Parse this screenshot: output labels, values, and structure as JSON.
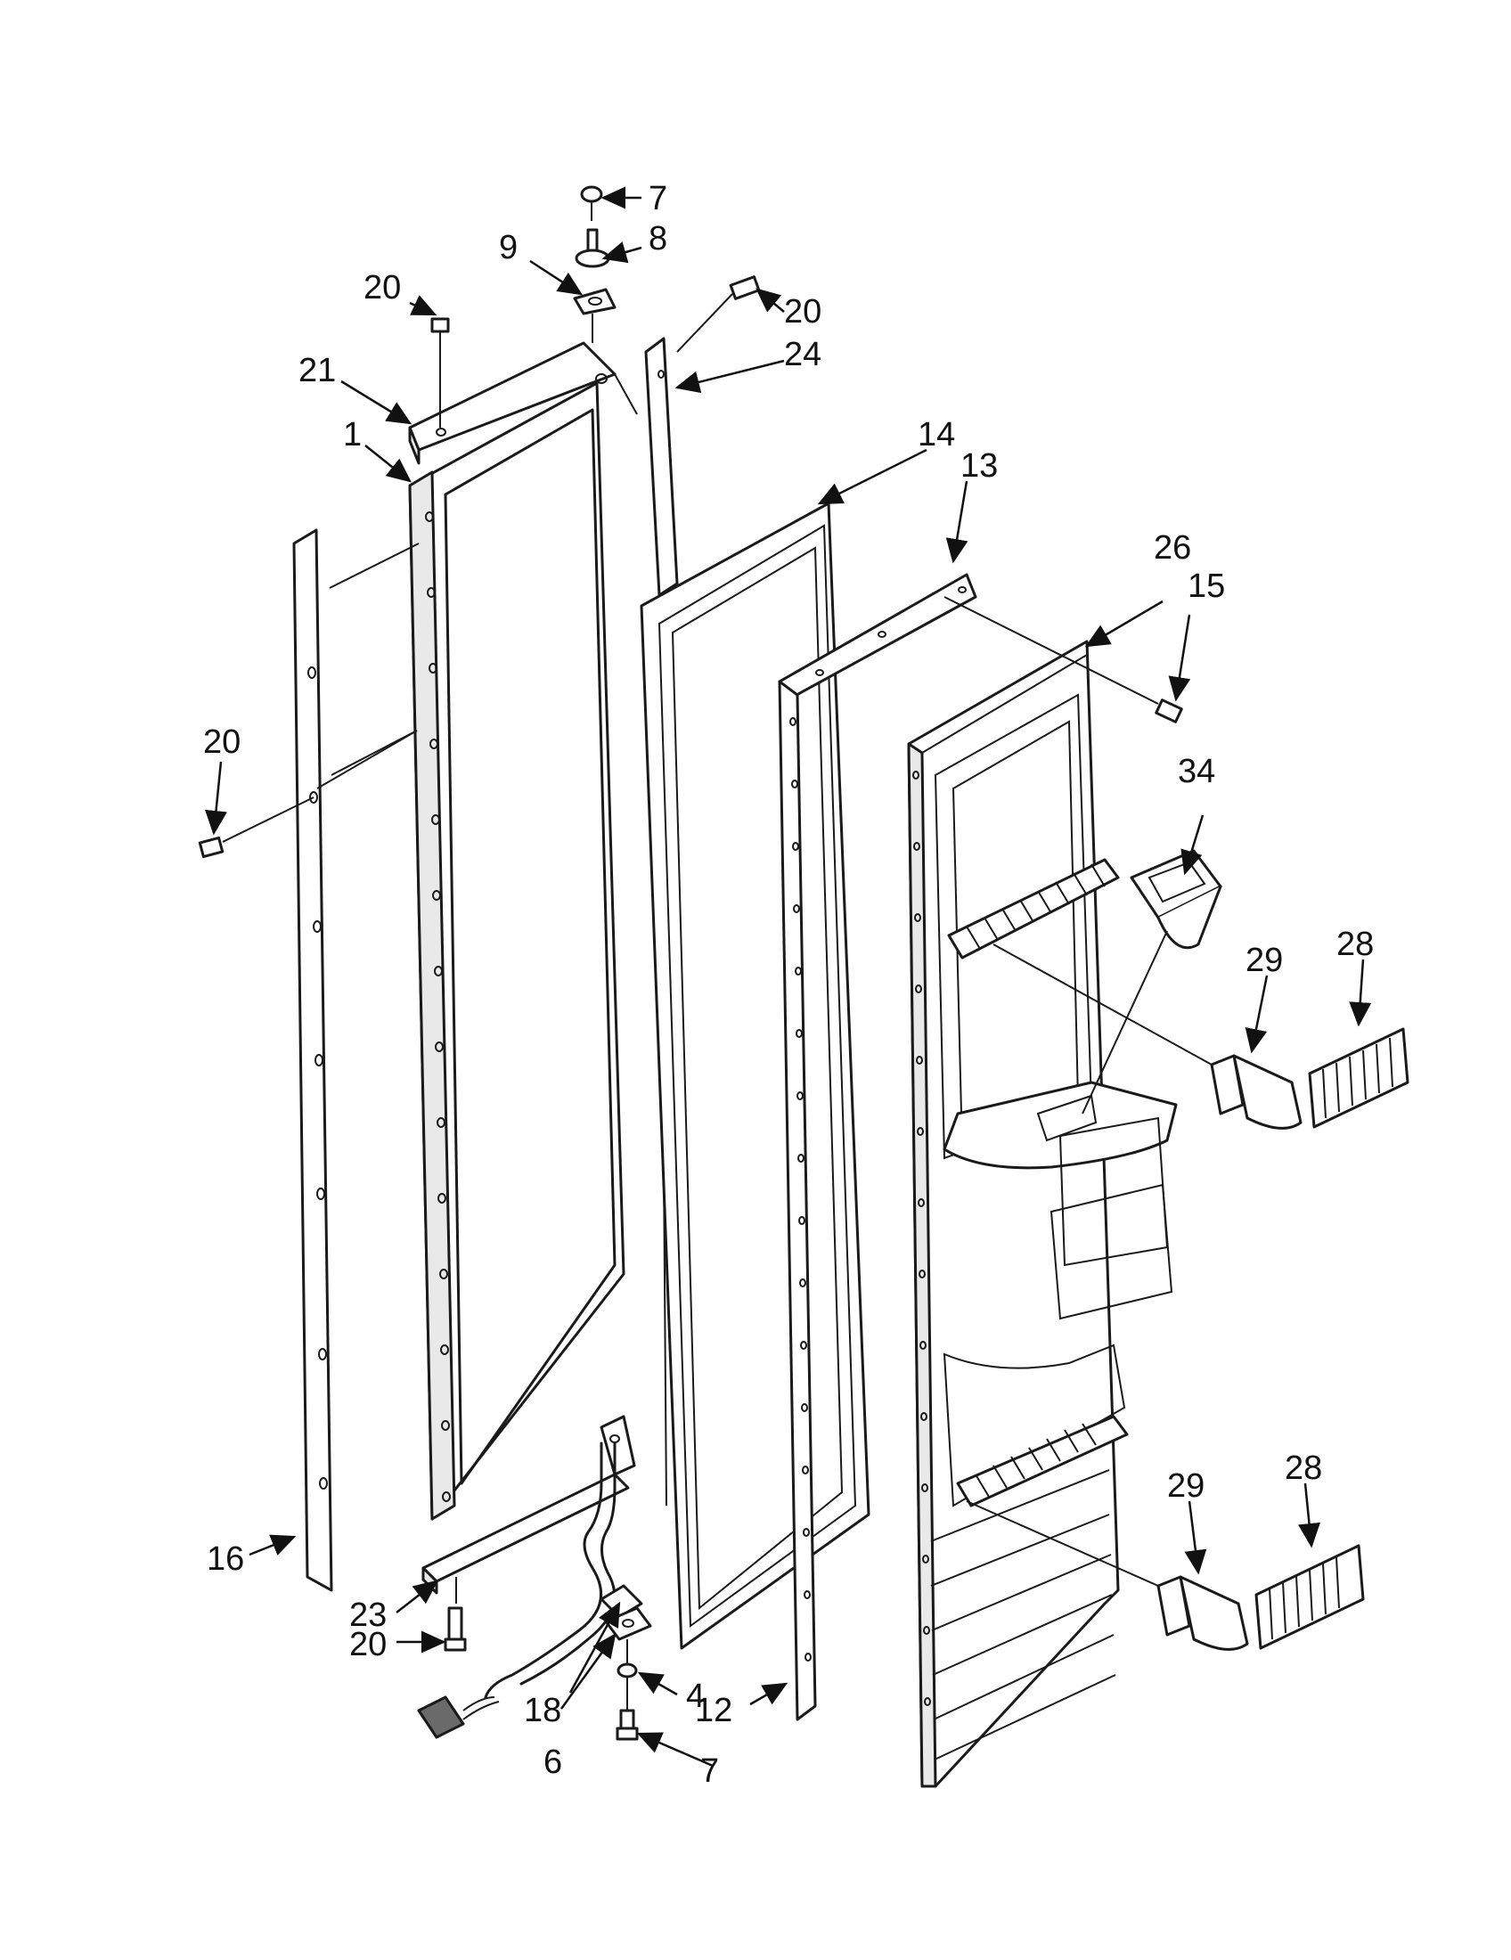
{
  "diagram": {
    "labels": [
      "1",
      "4",
      "6",
      "7",
      "7",
      "8",
      "9",
      "12",
      "13",
      "14",
      "15",
      "16",
      "18",
      "20",
      "20",
      "20",
      "20",
      "21",
      "23",
      "24",
      "26",
      "28",
      "28",
      "29",
      "29",
      "34"
    ],
    "colors": {
      "line": "#1a1a1a",
      "background": "#ffffff",
      "panel_shade": "#e9e9e9"
    }
  }
}
